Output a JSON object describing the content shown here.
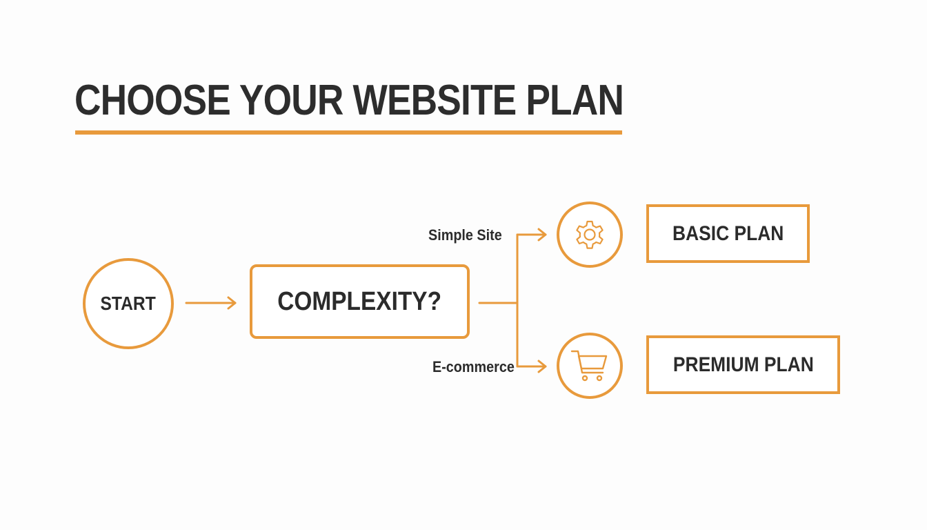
{
  "title": "CHOOSE YOUR WEBSITE PLAN",
  "colors": {
    "accent": "#e89a3c",
    "text": "#2b2b2b",
    "background": "#fdfdfd"
  },
  "nodes": {
    "start": {
      "label": "START",
      "shape": "circle"
    },
    "decision": {
      "label": "COMPLEXITY?",
      "shape": "rounded-rectangle"
    },
    "gear": {
      "icon": "gear-icon",
      "shape": "circle"
    },
    "cart": {
      "icon": "shopping-cart-icon",
      "shape": "circle"
    },
    "basic_plan": {
      "label": "BASIC PLAN",
      "shape": "rectangle"
    },
    "premium_plan": {
      "label": "PREMIUM PLAN",
      "shape": "rectangle"
    }
  },
  "edges": [
    {
      "from": "start",
      "to": "decision",
      "label": ""
    },
    {
      "from": "decision",
      "to": "gear",
      "label": "Simple Site"
    },
    {
      "from": "decision",
      "to": "cart",
      "label": "E-commerce"
    }
  ],
  "branch_labels": {
    "simple": "Simple Site",
    "ecommerce": "E-commerce"
  }
}
